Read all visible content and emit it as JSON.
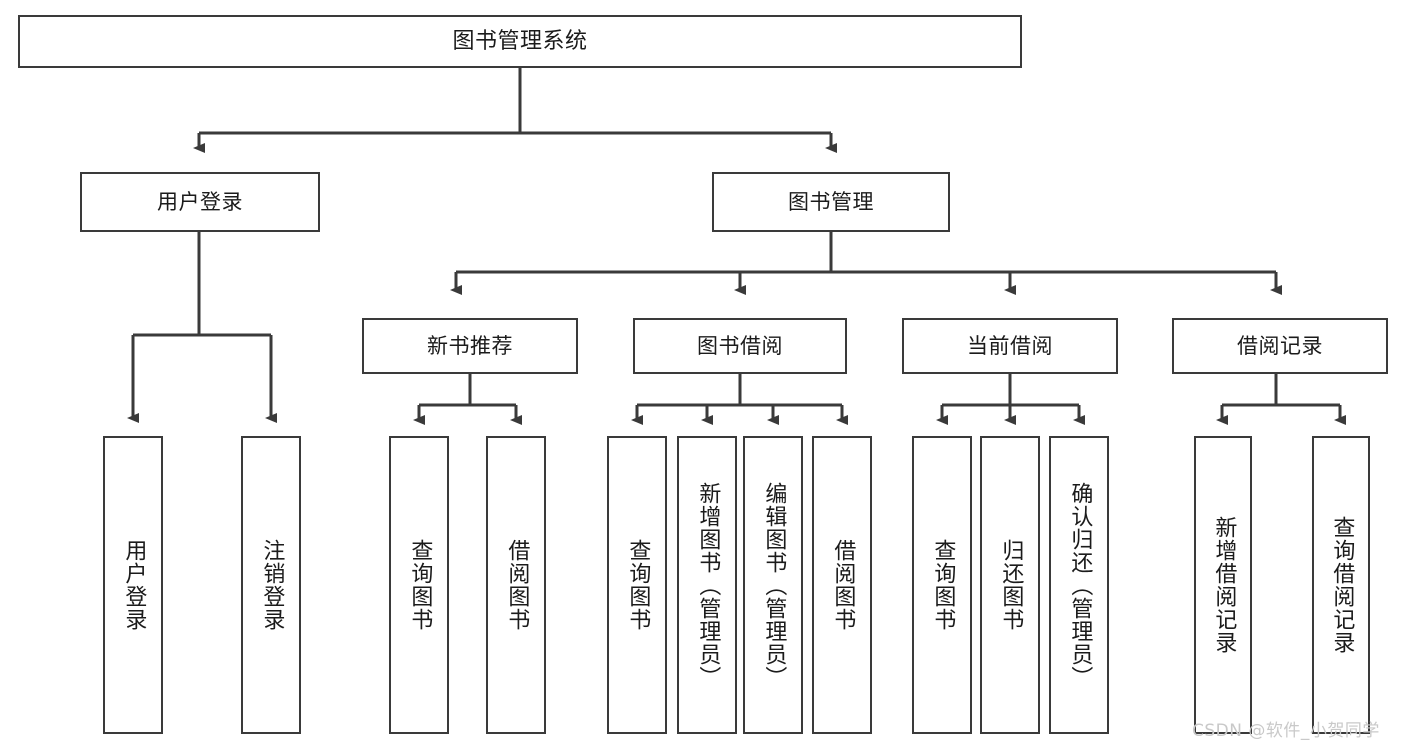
{
  "diagram": {
    "title": "图书管理系统",
    "watermark": "CSDN @软件_小贺同学",
    "line_color": "#3a3a3a",
    "box_fill": "#ffffff",
    "text_color": "#1b1b1b",
    "root": {
      "label": "图书管理系统"
    },
    "level1": [
      {
        "label": "用户登录"
      },
      {
        "label": "图书管理"
      }
    ],
    "level2": [
      {
        "label": "新书推荐"
      },
      {
        "label": "图书借阅"
      },
      {
        "label": "当前借阅"
      },
      {
        "label": "借阅记录"
      }
    ],
    "leaves": {
      "user_login": [
        {
          "label": "用户登录"
        },
        {
          "label": "注销登录"
        }
      ],
      "new_book_recommend": [
        {
          "label": "查询图书"
        },
        {
          "label": "借阅图书"
        }
      ],
      "book_borrow": [
        {
          "label": "查询图书"
        },
        {
          "label": "新增图书（管理员）"
        },
        {
          "label": "编辑图书（管理员）"
        },
        {
          "label": "借阅图书"
        }
      ],
      "current_borrow": [
        {
          "label": "查询图书"
        },
        {
          "label": "归还图书"
        },
        {
          "label": "确认归还（管理员）"
        }
      ],
      "borrow_record": [
        {
          "label": "新增借阅记录"
        },
        {
          "label": "查询借阅记录"
        }
      ]
    }
  }
}
